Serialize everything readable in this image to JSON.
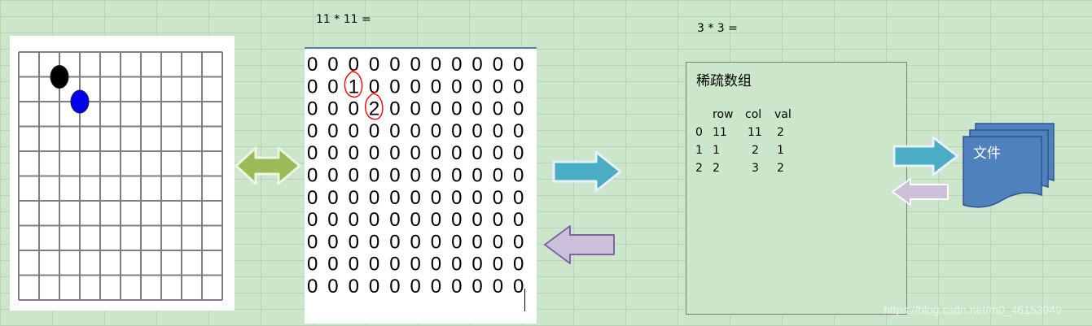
{
  "board": {
    "stones": [
      {
        "row": 1,
        "col": 2,
        "color": "#000000",
        "name": "black-stone"
      },
      {
        "row": 2,
        "col": 3,
        "color": "#0000ee",
        "name": "blue-stone"
      }
    ]
  },
  "matrix": {
    "label": "11 * 11 =",
    "rows": [
      [
        "0",
        "0",
        "0",
        "0",
        "0",
        "0",
        "0",
        "0",
        "0",
        "0",
        "0"
      ],
      [
        "0",
        "0",
        "1",
        "0",
        "0",
        "0",
        "0",
        "0",
        "0",
        "0",
        "0"
      ],
      [
        "0",
        "0",
        "0",
        "2",
        "0",
        "0",
        "0",
        "0",
        "0",
        "0",
        "0"
      ],
      [
        "0",
        "0",
        "0",
        "0",
        "0",
        "0",
        "0",
        "0",
        "0",
        "0",
        "0"
      ],
      [
        "0",
        "0",
        "0",
        "0",
        "0",
        "0",
        "0",
        "0",
        "0",
        "0",
        "0"
      ],
      [
        "0",
        "0",
        "0",
        "0",
        "0",
        "0",
        "0",
        "0",
        "0",
        "0",
        "0"
      ],
      [
        "0",
        "0",
        "0",
        "0",
        "0",
        "0",
        "0",
        "0",
        "0",
        "0",
        "0"
      ],
      [
        "0",
        "0",
        "0",
        "0",
        "0",
        "0",
        "0",
        "0",
        "0",
        "0",
        "0"
      ],
      [
        "0",
        "0",
        "0",
        "0",
        "0",
        "0",
        "0",
        "0",
        "0",
        "0",
        "0"
      ],
      [
        "0",
        "0",
        "0",
        "0",
        "0",
        "0",
        "0",
        "0",
        "0",
        "0",
        "0"
      ],
      [
        "0",
        "0",
        "0",
        "0",
        "0",
        "0",
        "0",
        "0",
        "0",
        "0",
        "0"
      ]
    ],
    "circled": [
      [
        1,
        2
      ],
      [
        2,
        3
      ]
    ]
  },
  "sparse": {
    "label": "3 * 3 =",
    "title": "稀疏数组",
    "headers": [
      "row",
      "col",
      "val"
    ],
    "rows": [
      {
        "index": "0",
        "row": "11",
        "col": "11",
        "val": "2"
      },
      {
        "index": "1",
        "row": "1",
        "col": "2",
        "val": "1"
      },
      {
        "index": "2",
        "row": "2",
        "col": "3",
        "val": "2"
      }
    ]
  },
  "file": {
    "label": "文件"
  },
  "watermark": "https://blog.csdn.net/m0_46153949",
  "colors": {
    "double_arrow": "#9bbb59",
    "right_arrow": "#4bacc6",
    "left_arrow": "#ccc0da",
    "circle": "#ff0000",
    "file": "#4f81bd"
  }
}
